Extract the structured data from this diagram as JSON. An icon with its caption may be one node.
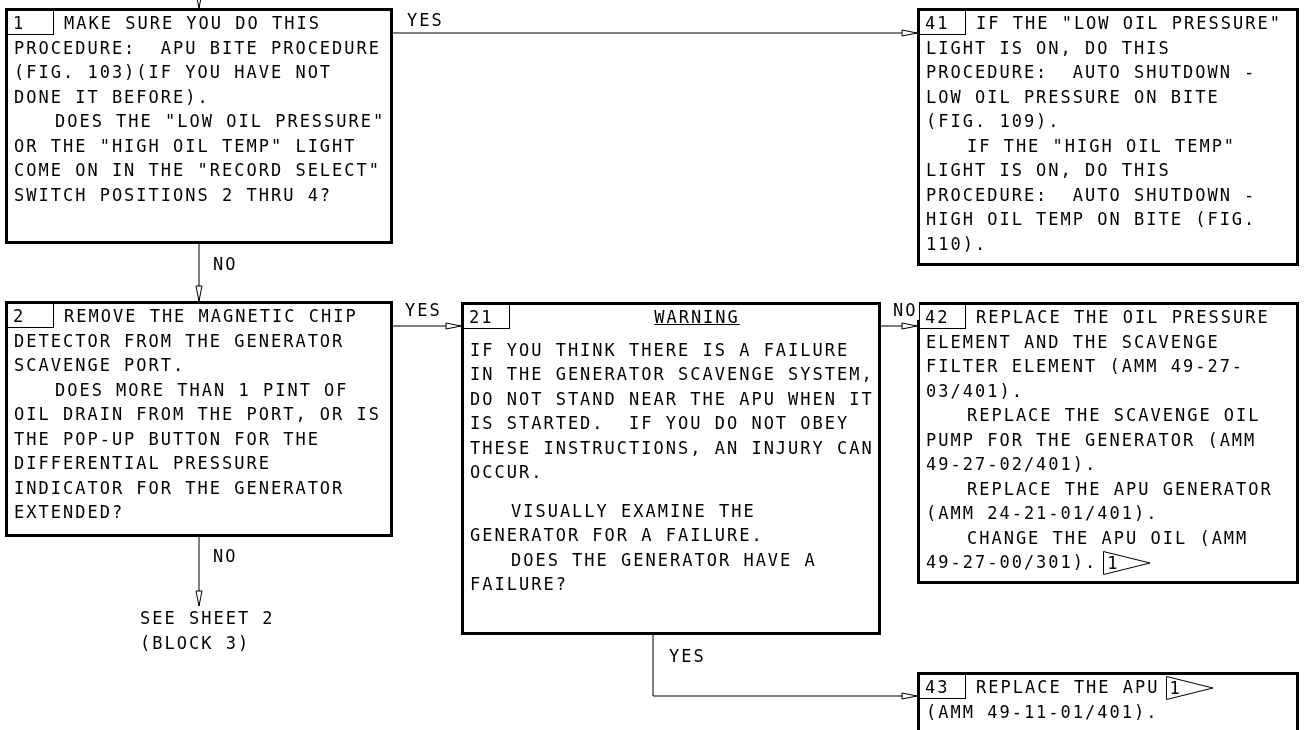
{
  "diagram": {
    "nodes": [
      {
        "text": [
          "1",
          "MAKE SURE YOU DO THIS PROCEDURE:  APU BITE PROCEDURE (FIG. 103)(IF YOU HAVE NOT DONE IT BEFORE).",
          "DOES THE \"LOW OIL PRESSURE\" OR THE \"HIGH OIL TEMP\" LIGHT COME ON IN THE \"RECORD SELECT\" SWITCH POSITIONS 2 THRU 4?"
        ]
      },
      {
        "text": [
          "41",
          "IF THE \"LOW OIL PRESSURE\" LIGHT IS ON, DO THIS PROCEDURE:  AUTO SHUTDOWN - LOW OIL PRESSURE ON BITE (FIG. 109).",
          "IF THE \"HIGH OIL TEMP\" LIGHT IS ON, DO THIS PROCEDURE:  AUTO SHUTDOWN - HIGH OIL TEMP ON BITE (FIG. 110)."
        ]
      },
      {
        "text": [
          "2",
          "REMOVE THE MAGNETIC CHIP DETECTOR FROM THE GENERATOR SCAVENGE PORT.",
          "DOES MORE THAN 1 PINT OF OIL DRAIN FROM THE PORT, OR IS THE POP-UP BUTTON FOR THE DIFFERENTIAL PRESSURE INDICATOR FOR THE GENERATOR EXTENDED?"
        ]
      },
      {
        "text": [
          "21",
          "WARNING",
          "IF YOU THINK THERE IS A FAILURE IN THE GENERATOR SCAVENGE SYSTEM, DO NOT STAND NEAR THE APU WHEN IT IS STARTED.  IF YOU DO NOT OBEY THESE INSTRUCTIONS, AN INJURY CAN OCCUR.",
          "VISUALLY EXAMINE THE GENERATOR FOR A FAILURE.",
          "DOES THE GENERATOR HAVE A FAILURE?"
        ]
      },
      {
        "text": [
          "42",
          "REPLACE THE OIL PRESSURE ELEMENT AND THE SCAVENGE FILTER ELEMENT (AMM 49-27-03/401).",
          "REPLACE THE SCAVENGE OIL PUMP FOR THE GENERATOR (AMM 49-27-02/401).",
          "REPLACE THE APU GENERATOR (AMM 24-21-01/401).",
          "CHANGE THE APU OIL (AMM 49-27-00/301)."
        ]
      },
      {
        "text": [
          "SEE SHEET 2 (BLOCK 3)"
        ]
      },
      {
        "text": [
          "43",
          "REPLACE THE APU",
          "(AMM 49-11-01/401)."
        ]
      }
    ],
    "edges": [
      {
        "from": null,
        "to": 0,
        "arrow": "to"
      },
      {
        "from": 0,
        "to": 1,
        "arrow": "to",
        "label": "YES"
      },
      {
        "from": 0,
        "to": 2,
        "arrow": "to",
        "label": "NO"
      },
      {
        "from": 2,
        "to": 3,
        "arrow": "to",
        "label": "YES"
      },
      {
        "from": 3,
        "to": 4,
        "arrow": "to",
        "label": "NO"
      },
      {
        "from": 2,
        "to": 5,
        "arrow": "to",
        "label": "NO"
      },
      {
        "from": 3,
        "to": 6,
        "arrow": "to",
        "label": "YES"
      }
    ],
    "labels": [
      "1",
      "1"
    ]
  }
}
